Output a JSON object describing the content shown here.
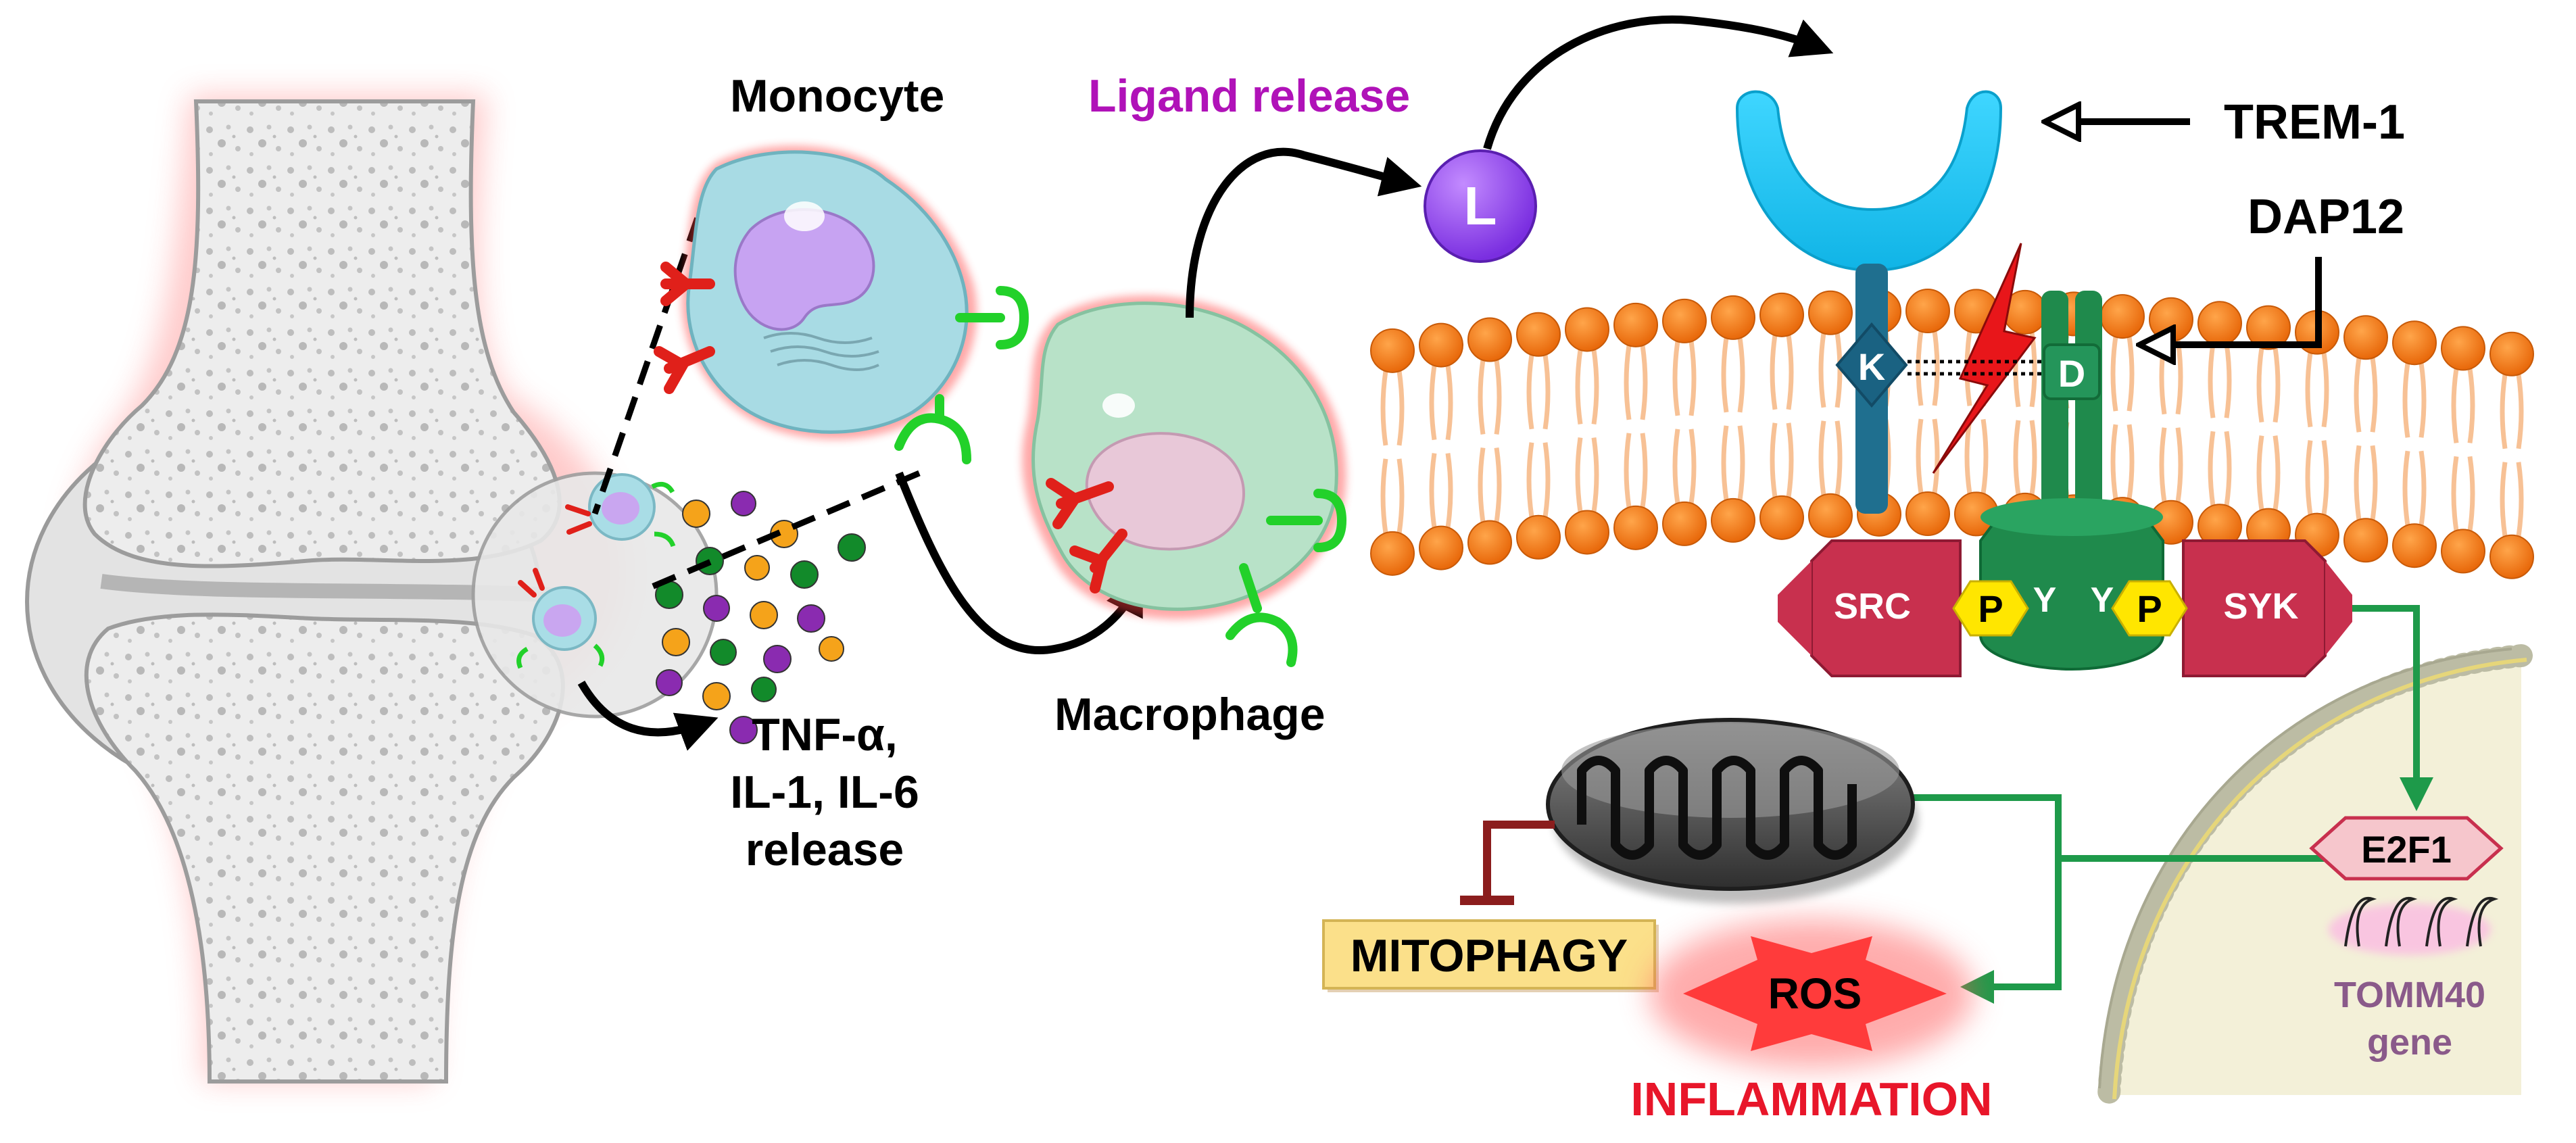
{
  "labels": {
    "monocyte": "Monocyte",
    "ligand_release": "Ligand release",
    "ligand_letter": "L",
    "macrophage": "Macrophage",
    "cytokines_line1": "TNF-α,",
    "cytokines_line2": "IL-1, IL-6",
    "cytokines_line3": "release",
    "trem1": "TREM-1",
    "dap12": "DAP12",
    "k": "K",
    "d": "D",
    "src": "SRC",
    "syk": "SYK",
    "p_left": "P",
    "p_right": "P",
    "y_left": "Y",
    "y_right": "Y",
    "e2f1": "E2F1",
    "tomm40_line1": "TOMM40",
    "tomm40_line2": "gene",
    "mitophagy": "MITOPHAGY",
    "ros": "ROS",
    "inflammation": "INFLAMMATION"
  },
  "colors": {
    "ligand_label": "#b012b8",
    "ligand_circle": "#9b3df0",
    "trem1": "#19c6f5",
    "membrane_head": "#f07a12",
    "receptor_stem": "#1f6f8f",
    "dap12_green": "#1f8a4c",
    "src_syk": "#c8304e",
    "phospho": "#ffe600",
    "signal_arrow": "#1e9a4a",
    "inhibit": "#8b1d1d",
    "inflammation": "#e8162a",
    "mitophagy_box": "#fbe08a",
    "cytokine_orange": "#f5a31a",
    "cytokine_green": "#128a2a",
    "cytokine_purple": "#8a2bb0",
    "tomm40": "#8a5a8a"
  }
}
